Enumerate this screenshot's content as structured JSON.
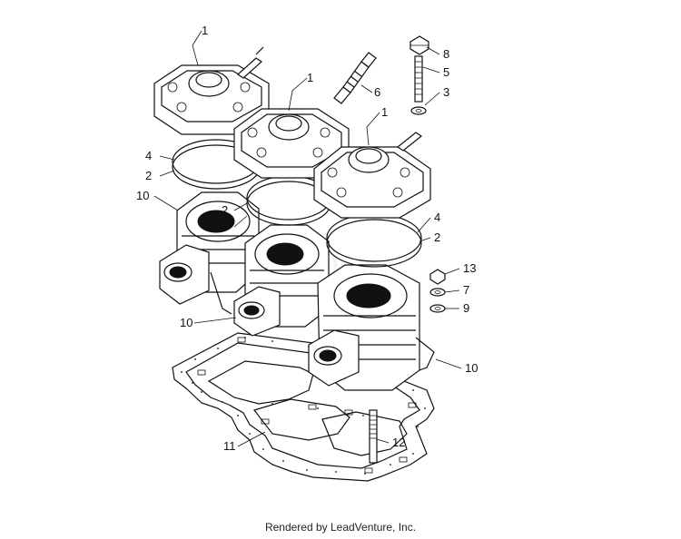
{
  "footer_text": "Rendered by LeadVenture, Inc.",
  "callouts": [
    "1",
    "1",
    "1",
    "8",
    "5",
    "6",
    "3",
    "4",
    "2",
    "10",
    "2",
    "4",
    "4",
    "2",
    "13",
    "7",
    "9",
    "10",
    "10",
    "11",
    "12"
  ],
  "colors": {
    "line": "#111111",
    "background": "#ffffff",
    "watermark": "#e6e6e6"
  }
}
